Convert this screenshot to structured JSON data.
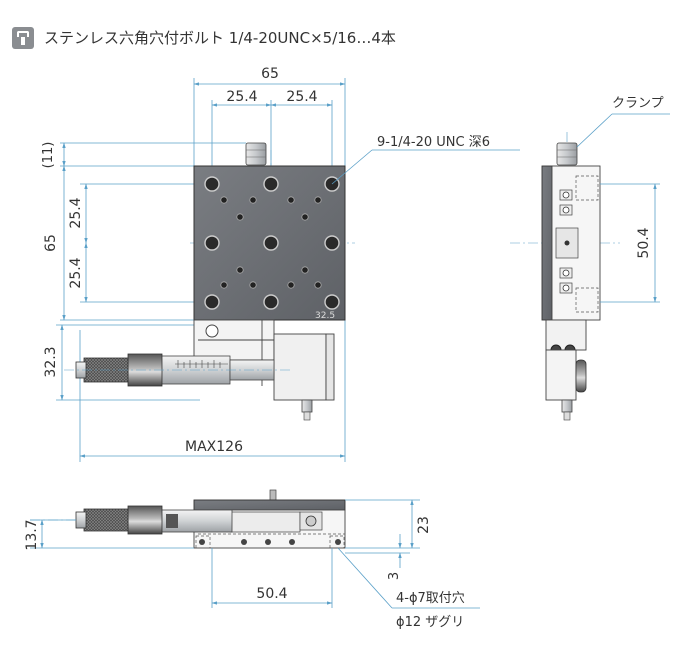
{
  "header": {
    "icon": "bolt-icon",
    "title": "ステンレス六角穴付ボルト 1/4-20UNC×5/16…4本"
  },
  "top_view": {
    "dim_width": "65",
    "dim_pitch_left": "25.4",
    "dim_pitch_right": "25.4",
    "dim_top_offset": "(11)",
    "dim_height": "65",
    "dim_vpitch_upper": "25.4",
    "dim_vpitch_lower": "25.4",
    "dim_micrometer_height": "32.3",
    "dim_max_length": "MAX126",
    "label_holes": "9-1/4-20 UNC 深6",
    "stage_mark": "32.5"
  },
  "side_view": {
    "label_clamp": "クランプ",
    "dim_pitch": "50.4"
  },
  "front_view": {
    "dim_height_left": "13.7",
    "dim_height_right": "23",
    "dim_base": "3",
    "dim_pitch": "50.4",
    "label_mount_holes": "4-ϕ7取付穴",
    "label_counterbore": "ϕ12 ザグリ"
  },
  "colors": {
    "dimension_line": "#5aa0c8",
    "stage_plate": "#6b6e72",
    "stage_dark": "#3c3e42",
    "header_icon": "#8a8d91"
  }
}
